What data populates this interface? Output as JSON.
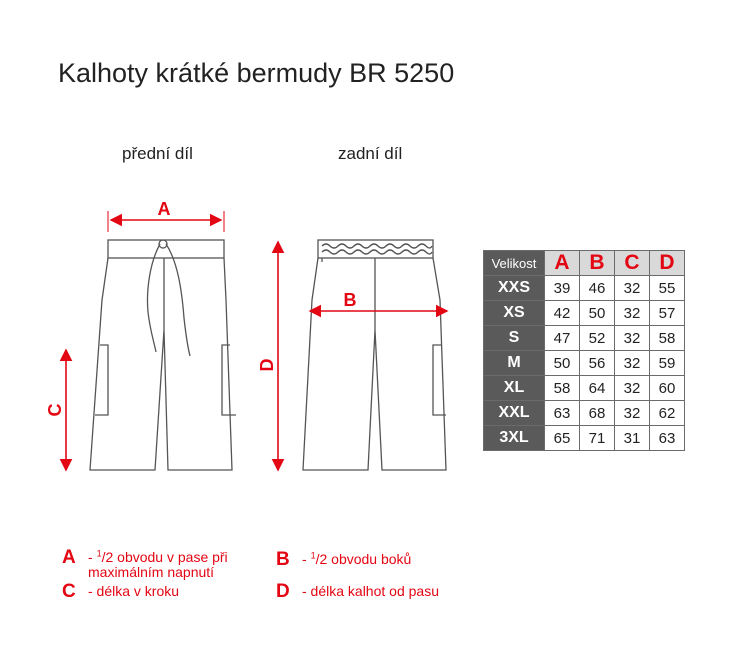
{
  "title": "Kalhoty krátké bermudy BR 5250",
  "views": {
    "front": "přední díl",
    "back": "zadní díl"
  },
  "dimension_letters": {
    "a": "A",
    "b": "B",
    "c": "C",
    "d": "D"
  },
  "table": {
    "corner": "Velikost",
    "columns": [
      "A",
      "B",
      "C",
      "D"
    ],
    "rows": [
      {
        "size": "XXS",
        "values": [
          "39",
          "46",
          "32",
          "55"
        ]
      },
      {
        "size": "XS",
        "values": [
          "42",
          "50",
          "32",
          "57"
        ]
      },
      {
        "size": "S",
        "values": [
          "47",
          "52",
          "32",
          "58"
        ]
      },
      {
        "size": "M",
        "values": [
          "50",
          "56",
          "32",
          "59"
        ]
      },
      {
        "size": "XL",
        "values": [
          "58",
          "64",
          "32",
          "60"
        ]
      },
      {
        "size": "XXL",
        "values": [
          "63",
          "68",
          "32",
          "62"
        ]
      },
      {
        "size": "3XL",
        "values": [
          "65",
          "71",
          "31",
          "63"
        ]
      }
    ]
  },
  "legend": {
    "a": {
      "letter": "A",
      "dash": "- ",
      "fraction_num": "1",
      "fraction_den": "/2",
      "line1": " obvodu v pase při",
      "line2": "maximálním napnutí"
    },
    "b": {
      "letter": "B",
      "dash": "- ",
      "fraction_num": "1",
      "fraction_den": "/2",
      "line1": " obvodu boků"
    },
    "c": {
      "letter": "C",
      "text": "- délka v kroku"
    },
    "d": {
      "letter": "D",
      "text": "- délka kalhot od pasu"
    }
  },
  "colors": {
    "accent": "#e30613",
    "table_dark": "#5a5a5a",
    "table_header": "#d9d9d9",
    "outline": "#555555"
  }
}
